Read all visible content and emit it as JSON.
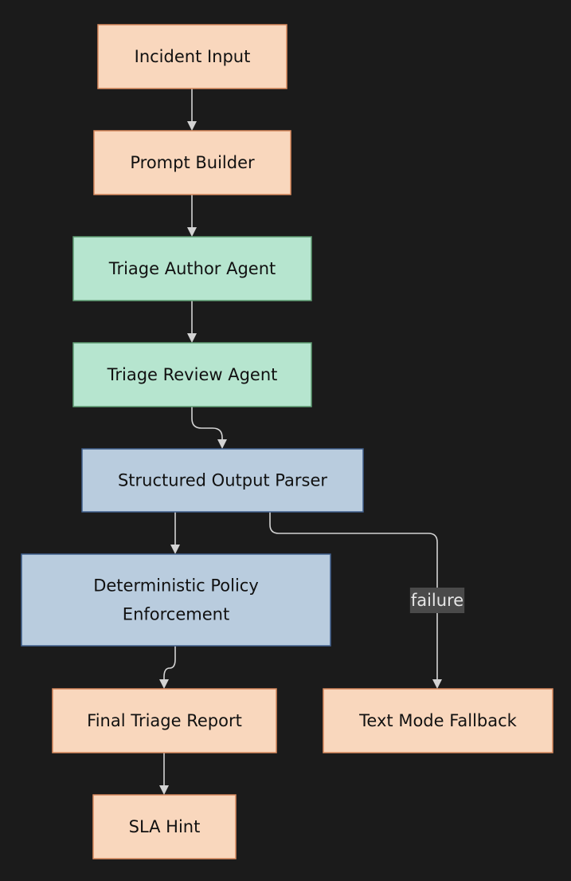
{
  "diagram": {
    "colors": {
      "background": "#1b1b1b",
      "io": {
        "fill": "#f9d7bd",
        "stroke": "#d98a5e"
      },
      "agent": {
        "fill": "#b6e5cf",
        "stroke": "#5e9c73"
      },
      "process": {
        "fill": "#b9ccde",
        "stroke": "#3f5e8c"
      },
      "edge": "#d3d3d3",
      "edge_label_bg": "#4a4a4a"
    },
    "nodes": [
      {
        "id": "incident-input",
        "label": "Incident Input",
        "kind": "io"
      },
      {
        "id": "prompt-builder",
        "label": "Prompt Builder",
        "kind": "io"
      },
      {
        "id": "triage-author-agent",
        "label": "Triage Author Agent",
        "kind": "agent"
      },
      {
        "id": "triage-review-agent",
        "label": "Triage Review Agent",
        "kind": "agent"
      },
      {
        "id": "structured-output-parser",
        "label": "Structured Output Parser",
        "kind": "process"
      },
      {
        "id": "deterministic-policy-enforcement",
        "label": "Deterministic Policy Enforcement",
        "kind": "process"
      },
      {
        "id": "final-triage-report",
        "label": "Final Triage Report",
        "kind": "io"
      },
      {
        "id": "text-mode-fallback",
        "label": "Text Mode Fallback",
        "kind": "io"
      },
      {
        "id": "sla-hint",
        "label": "SLA Hint",
        "kind": "io"
      }
    ],
    "edges": [
      {
        "from": "incident-input",
        "to": "prompt-builder",
        "label": ""
      },
      {
        "from": "prompt-builder",
        "to": "triage-author-agent",
        "label": ""
      },
      {
        "from": "triage-author-agent",
        "to": "triage-review-agent",
        "label": ""
      },
      {
        "from": "triage-review-agent",
        "to": "structured-output-parser",
        "label": ""
      },
      {
        "from": "structured-output-parser",
        "to": "deterministic-policy-enforcement",
        "label": ""
      },
      {
        "from": "structured-output-parser",
        "to": "text-mode-fallback",
        "label": "failure"
      },
      {
        "from": "deterministic-policy-enforcement",
        "to": "final-triage-report",
        "label": ""
      },
      {
        "from": "final-triage-report",
        "to": "sla-hint",
        "label": ""
      }
    ]
  }
}
